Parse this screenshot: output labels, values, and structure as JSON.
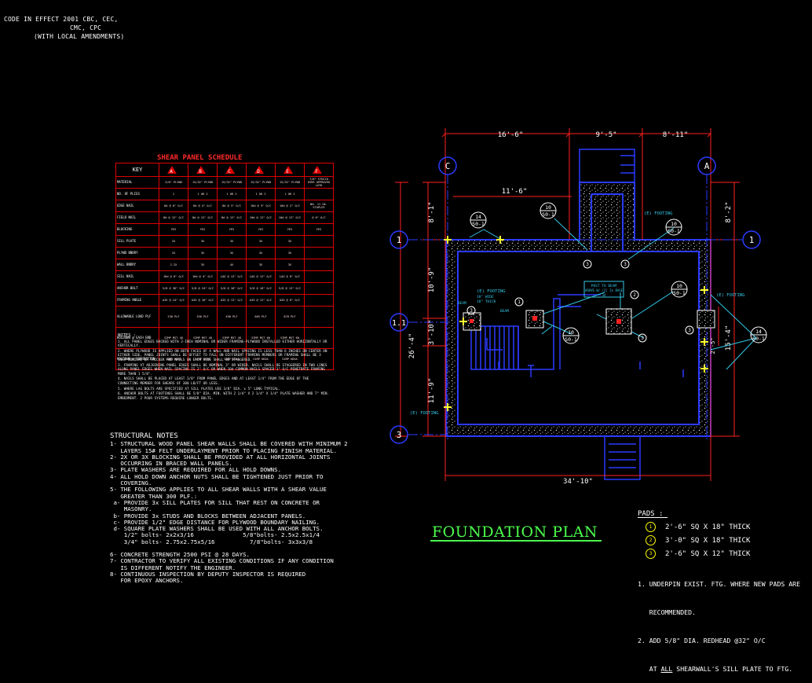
{
  "code": {
    "line1": "CODE IN EFFECT     2001 CBC, CEC,",
    "line2": "CMC, CPC",
    "line3": "(WITH LOCAL AMENDMENTS)"
  },
  "schedule": {
    "title": "SHEAR PANEL SCHEDULE",
    "key_header": "KEY",
    "letters": [
      "A",
      "B",
      "C",
      "D",
      "E",
      "F"
    ],
    "rows": [
      {
        "label": "MATERIAL",
        "cells": [
          "3/8\" PLYWD",
          "15/32\" PLYWD",
          "15/32\" PLYWD",
          "15/32\" PLYWD",
          "15/32\" PLYWD",
          "7/8\" STUCCO OVER APPROVED LATH"
        ]
      },
      {
        "label": "NO. OF PLIES",
        "cells": [
          "1",
          "1 OR 2",
          "1 OR 2",
          "1 OR 2",
          "1 OR 2",
          ""
        ]
      },
      {
        "label": "EDGE NAIL",
        "cells": [
          "8d @ 6\" O/C",
          "8d @ 4\" O/C",
          "8d @ 3\" O/C",
          "10d @ 3\" O/C",
          "10d @ 2\" O/C",
          "NO. 11 GA. STAPLES"
        ]
      },
      {
        "label": "FIELD NAIL",
        "cells": [
          "8d @ 12\" O/C",
          "8d @ 12\" O/C",
          "8d @ 12\" O/C",
          "10d @ 12\" O/C",
          "10d @ 12\" O/C",
          "@ 6\" O/C"
        ]
      },
      {
        "label": "BLOCKING",
        "cells": [
          "YES",
          "YES",
          "YES",
          "YES",
          "YES",
          "YES"
        ]
      },
      {
        "label": "SILL PLATE",
        "cells": [
          "2X",
          "3X",
          "3X",
          "3X",
          "3X",
          ""
        ]
      },
      {
        "label": "PLYWD BNDRY",
        "cells": [
          "2X",
          "3X",
          "3X",
          "3X",
          "3X",
          ""
        ]
      },
      {
        "label": "WALL BNDRY",
        "cells": [
          "2-2X",
          "3X",
          "4X",
          "3X",
          "3X",
          ""
        ]
      },
      {
        "label": "SILL NAIL",
        "cells": [
          "16d @ 6\" O/C",
          "16d @ 4\" O/C",
          "LAG @ 12\" O/C",
          "LAG @ 12\" O/C",
          "LAG @ 8\" O/C",
          ""
        ]
      },
      {
        "label": "ANCHOR BOLT",
        "cells": [
          "5/8 @ 36\" O/C",
          "5/8 @ 24\" O/C",
          "5/8 @ 16\" O/C",
          "5/8 @ 16\" O/C",
          "5/8 @ 12\" O/C",
          ""
        ]
      },
      {
        "label": "FRAMING ANGLE",
        "cells": [
          "A35 @ 24\" O/C",
          "A35 @ 16\" O/C",
          "A35 @ 12\" O/C",
          "A35 @ 12\" O/C",
          "A35 @ 8\" O/C",
          ""
        ]
      },
      {
        "label": "ALLOWABLE LOAD PLF",
        "cells": [
          "230 PLF",
          "350 PLF",
          "490 PLF",
          "665 PLF",
          "870 PLF",
          ""
        ]
      },
      {
        "label": "HOLDOWN @ EACH END",
        "cells": [
          "SIMP MST 48",
          "SIMP MST 48",
          "SIMP MST 48",
          "SIMP MST 60",
          "SIMP MST 60",
          ""
        ]
      },
      {
        "label": "HOLDOWN @ FOUNDATION",
        "cells": [
          "SIMP HD5A",
          "SIMP HD5A",
          "SIMP HD5A",
          "SIMP HD5A",
          "SIMP HD5A",
          ""
        ]
      }
    ]
  },
  "notes": {
    "title": "NOTES :",
    "items": [
      "1. ALL PANEL EDGES BACKED WITH 2-INCH NOMINAL OR WIDER FRAMING-PLYWOOD INSTALLED EITHER HORIZONTALLY OR VERTICALLY.",
      "2. WHERE PLYWOOD IS APPLIED ON BOTH FACES OF A WALL AND NAIL SPACING IS LESS THAN 6 INCHES ON CENTER ON EITHER SIDE, PANEL JOINTS SHALL BE OFFSET TO FALL ON DIFFERENT FRAMING MEMBERS OR FRAMING SHALL BE 3 INCH NOMINAL OR THICKER AND NAILS ON EACH SIDE SHALL BE STAGGERED.",
      "3. FRAMING AT ADJOINING PANEL EDGES SHALL BE NOMINAL 3\" OR WIDER. NAILS SHALL BE STAGGERED IN TWO LINES ALONG PANEL EDGES WHEN NAIL SPACING IS 2\" O/C OR WHEN 10d COMMON NAILS SPACED 3\" O/C PENETRATE FRAMING MORE THAN 1 5/8\".",
      "4. NAILS SHALL BE PLACED AT LEAST 3/8\" FROM PANEL EDGES AND AT LEAST 1/4\" FROM THE EDGE OF THE CONNECTING MEMBER FOR SHEARS OF 300 LB/FT OR LESS.",
      "5. WHERE LAG BOLTS ARE SPECIFIED AT SILL PLATES USE 3/8\" DIA. x 5\" LONG TYPICAL.",
      "6. ANCHOR BOLTS AT FOOTINGS SHALL BE 5/8\" DIA. MIN. WITH 2 1/4\" X 2 1/4\" X 1/4\" PLATE WASHER AND 7\" MIN. EMBEDMENT. 2 POUR SYSTEMS REQUIRE LONGER BOLTS."
    ]
  },
  "structural_notes": {
    "title": "STRUCTURAL NOTES",
    "lines": [
      "1- STRUCTURAL WOOD PANEL SHEAR WALLS SHALL BE COVERED WITH MINIMUM 2",
      "   LAYERS 15# FELT UNDERLAYMENT PRIOR TO PLACING FINISH MATERIAL.",
      "2- 2X OR 3X BLOCKING SHALL BE PROVIDED AT ALL HORIZONTAL JOINTS",
      "   OCCURRING IN BRACED WALL PANELS.",
      "3- PLATE WASHERS ARE REQUIRED FOR ALL HOLD DOWNS.",
      "4- ALL HOLD DOWN ANCHOR NUTS SHALL BE TIGHTENED JUST PRIOR TO",
      "   COVERING.",
      "5- THE FOLLOWING APPLIES TO ALL SHEAR WALLS WITH A SHEAR VALUE",
      "   GREATER THAN 300 PLF.:",
      " a- PROVIDE 3x SILL PLATES FOR SILL THAT REST ON CONCRETE OR",
      "    MASONRY.",
      " b- PROVIDE 3x STUDS AND BLOCKS BETWEEN ADJACENT PANELS.",
      " c- PROVIDE 1/2\" EDGE DISTANCE FOR PLYWOOD BOUNDARY NAILING.",
      " d- SQUARE PLATE WASHERS SHALL BE USED WITH ALL ANCHOR BOLTS.",
      "    1/2\" bolts- 2x2x3/16              5/8\"bolts- 2.5x2.5x1/4",
      "    3/4\" bolts- 2.75x2.75x5/16          7/8\"bolts- 3x3x3/8",
      "",
      "6- CONCRETE STRENGTH 2500 PSI @ 28 DAYS.",
      "7- CONTRACTOR TO VERIFY ALL EXISTING CONDITIONS IF ANY CONDITION",
      "   IS DIFFERENT NOTIFY THE ENGINEER.",
      "8- CONTINUOUS INSPECTION BY DEPUTY INSPECTOR IS REQUIRED",
      "   FOR EPOXY ANCHORS."
    ]
  },
  "plan": {
    "title": "FOUNDATION PLAN",
    "dims_top": [
      "16'-6\"",
      "9'-5\"",
      "8'-11\""
    ],
    "dim_inner_top": "11'-6\"",
    "dim_bottom": "34'-10\"",
    "dims_left": [
      "8'-1\"",
      "10'-9\"",
      "3'-10\"",
      "11'-9\""
    ],
    "dim_left_total": "26'-4\"",
    "dims_right": [
      "8'-2\"",
      "15'-4\""
    ],
    "dim_right_small": "2'-5\"",
    "grid_top": [
      "C",
      "A"
    ],
    "grid_left": [
      "1",
      "1.1",
      "3"
    ],
    "grid_right": [
      "1"
    ],
    "callout_post": [
      "POST TO BEAM",
      "ABOVE W/ (2) 2x BASE",
      "3d"
    ],
    "footing_labels": [
      "(E) FOOTING",
      "(E) FOOTING",
      "(E) FOOTING",
      "(E) FOOTING"
    ],
    "footing_sub": [
      "18\" WIDE",
      "18\" THICK"
    ],
    "beam_label": "BEAM",
    "sec_tags": [
      {
        "num": "14",
        "sheet": "S0-1"
      },
      {
        "num": "10",
        "sheet": "S0-1"
      },
      {
        "num": "10",
        "sheet": "S0-1"
      },
      {
        "num": "10",
        "sheet": "S0-1"
      },
      {
        "num": "10",
        "sheet": "S0-1"
      },
      {
        "num": "14",
        "sheet": "S0-1"
      }
    ],
    "pad_marks": [
      "1",
      "2",
      "3",
      "3",
      "3",
      "3",
      "3"
    ]
  },
  "pads": {
    "title": "PADS :",
    "items": [
      {
        "sym": "1",
        "text": "2'-6\" SQ X 18\" THICK"
      },
      {
        "sym": "2",
        "text": "3'-0\" SQ X 18\" THICK"
      },
      {
        "sym": "3",
        "text": "2'-6\" SQ X 12\" THICK"
      }
    ],
    "note1_a": "1. UNDERPIN EXIST. FTG. WHERE NEW PADS ARE",
    "note1_b": "   RECOMMENDED.",
    "note2_a": "2. ADD 5/8\" DIA. REDHEAD @32\" O/C",
    "note2_b_pre": "   AT ",
    "note2_b_all": "ALL",
    "note2_b_post": " SHEARWALL'S SILL PLATE TO FTG."
  }
}
